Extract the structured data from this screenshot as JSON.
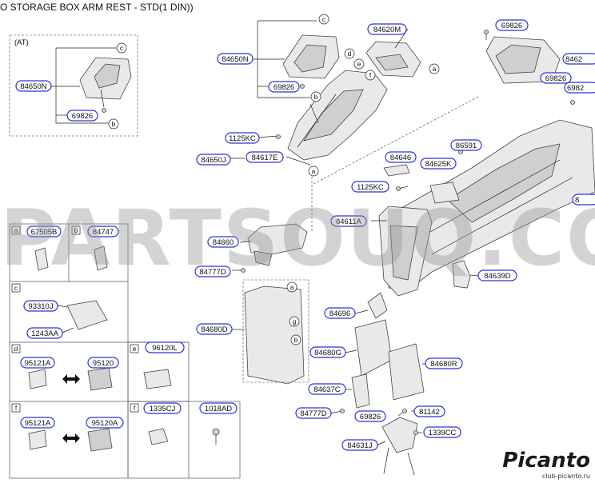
{
  "title": "O STORAGE BOX ARM REST - STD(1 DIN))",
  "at_label": "(AT)",
  "watermark": "PARTSOUQ.CO",
  "logo": {
    "brand": "Picanto",
    "url": "club-picanto.ru"
  },
  "part_numbers": {
    "p84650N_at": "84650N",
    "p69826_at": "69826",
    "p84650N": "84650N",
    "p69826_top": "69826",
    "p84620M": "84620M",
    "p69826_right": "69826",
    "p8462x": "8462",
    "p69826_r2": "69826",
    "p6982x": "6982",
    "p1125KC_a": "1125KC",
    "p84650J": "84650J",
    "p84617E": "84617E",
    "p84646": "84646",
    "p86591": "86591",
    "p84625K": "84625K",
    "p1125KC_b": "1125KC",
    "p84611A": "84611A",
    "p8x": "8",
    "p84660": "84660",
    "p84777D_a": "84777D",
    "p84639D": "84639D",
    "p84696": "84696",
    "p84680D": "84680D",
    "p84680G": "84680G",
    "p84680R": "84680R",
    "p84637C": "84637C",
    "p84777D_b": "84777D",
    "p69826_bottom": "69826",
    "p81142": "81142",
    "p1339CC": "1339CC",
    "p84631J": "84631J"
  },
  "table": {
    "a_label": "a",
    "a_part": "67505B",
    "b_label": "b",
    "b_part": "84747",
    "c_label": "c",
    "c_part1": "93310J",
    "c_part2": "1243AA",
    "d_label": "d",
    "d_part1": "95121A",
    "d_part2": "95120",
    "e_label": "e",
    "e_part": "96120L",
    "f_label": "f",
    "f_part1": "95121A",
    "f_part2": "95120A",
    "g_label": "f",
    "g_part1": "1335CJ",
    "g_part2": "1018AD"
  },
  "callouts": [
    "a",
    "b",
    "c",
    "d",
    "e",
    "f",
    "g"
  ]
}
